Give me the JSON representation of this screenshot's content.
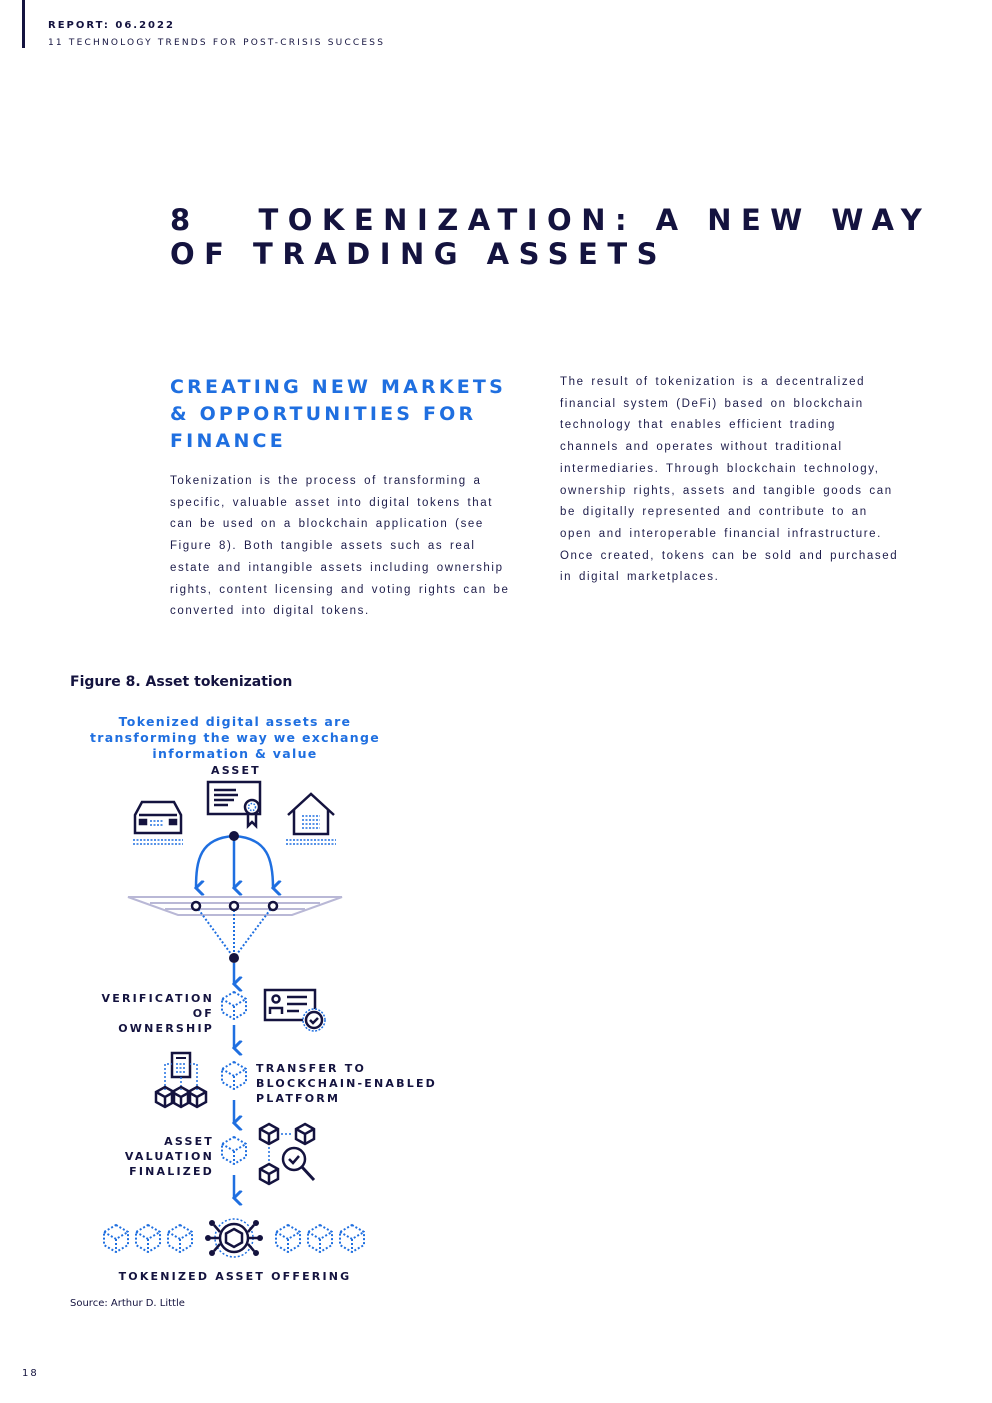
{
  "header": {
    "report": "REPORT: 06.2022",
    "subtitle": "11 TECHNOLOGY TRENDS FOR POST-CRISIS SUCCESS"
  },
  "chapter": {
    "title_line1": "8   TOKENIZATION: A NEW WAY",
    "title_line2": "OF TRADING ASSETS"
  },
  "section": {
    "heading": "CREATING NEW MARKETS & OPPORTUNITIES FOR FINANCE",
    "paragraph1": "Tokenization is the process of transforming a specific, valuable asset into digital tokens that can be used on a blockchain application (see Figure 8). Both tangible assets such as real estate and intangible assets including ownership rights, content licensing and voting rights can be converted into digital tokens.",
    "paragraph2": "The result of tokenization is a decentralized financial system (DeFi) based on blockchain technology that enables efficient trading channels and operates without traditional intermediaries. Through blockchain technology, ownership rights, assets and tangible goods can be digitally represented and contribute to an open and interoperable financial infrastructure. Once created, tokens can be sold and purchased in digital marketplaces."
  },
  "figure": {
    "title": "Figure 8. Asset tokenization",
    "subtitle": "Tokenized digital assets are transforming the way we exchange information & value",
    "asset_label": "ASSET",
    "step1": "VERIFICATION OF OWNERSHIP",
    "step2": "TRANSFER TO BLOCKCHAIN-ENABLED PLATFORM",
    "step3": "ASSET VALUATION FINALIZED",
    "final": "TOKENIZED ASSET OFFERING",
    "source": "Source: Arthur D. Little",
    "colors": {
      "navy": "#14133f",
      "blue": "#1f6fe0",
      "grey": "#b9b8d6"
    }
  },
  "footer": {
    "page_number": "18"
  }
}
